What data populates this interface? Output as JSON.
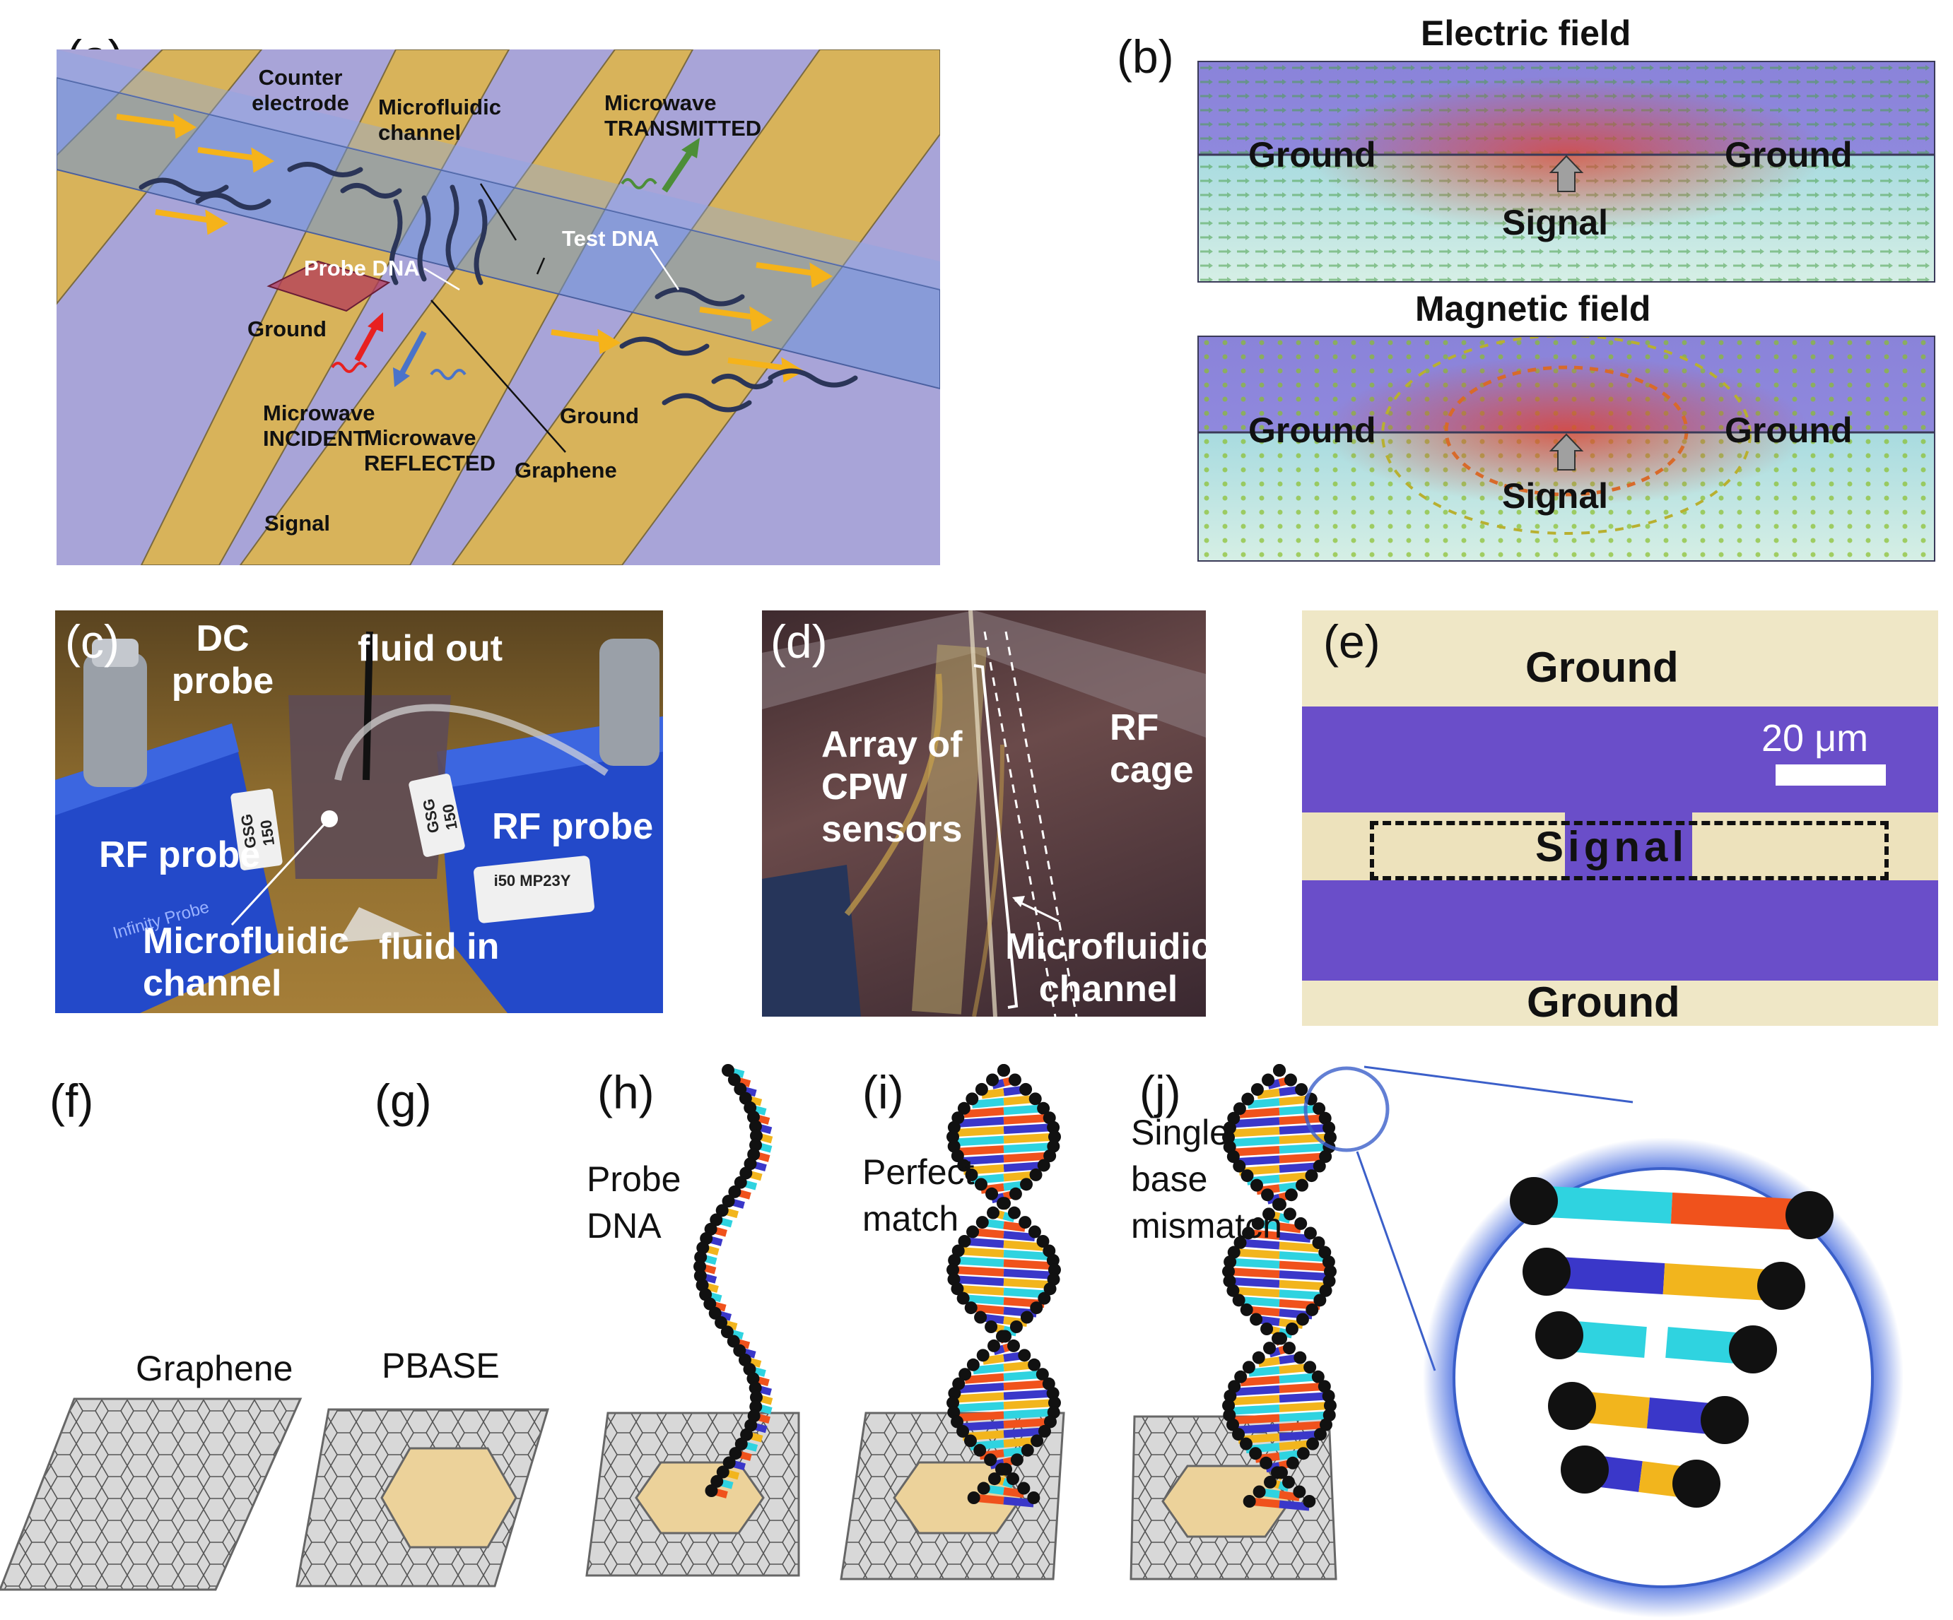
{
  "panels": {
    "a": {
      "label": "(a)",
      "annotations": {
        "counter_electrode": "Counter electrode",
        "microfluidic_channel": "Microfluidic channel",
        "microwave_transmitted": "Microwave TRANSMITTED",
        "test_dna": "Test DNA",
        "probe_dna": "Probe DNA",
        "ground_left": "Ground",
        "ground_right": "Ground",
        "microwave_incident": "Microwave INCIDENT",
        "microwave_reflected": "Microwave REFLECTED",
        "graphene": "Graphene",
        "signal": "Signal"
      }
    },
    "b": {
      "label": "(b)",
      "electric": {
        "title": "Electric field",
        "ground_left": "Ground",
        "ground_right": "Ground",
        "signal": "Signal"
      },
      "magnetic": {
        "title": "Magnetic field",
        "ground_left": "Ground",
        "ground_right": "Ground",
        "signal": "Signal"
      }
    },
    "c": {
      "label": "(c)",
      "dc_probe": "DC probe",
      "fluid_out": "fluid out",
      "rf_probe_left": "RF probe",
      "rf_probe_right": "RF probe",
      "microfluidic_channel": "Microfluidic channel",
      "fluid_in": "fluid in",
      "tag_left": "GSG 150",
      "tag_right": "GSG 150",
      "tag_model": "i50 MP23Y",
      "brand": "Infinity Probe"
    },
    "d": {
      "label": "(d)",
      "array": "Array of CPW sensors",
      "rf_cage": "RF cage",
      "microfluidic_channel": "Microfluidic channel"
    },
    "e": {
      "label": "(e)",
      "ground_top": "Ground",
      "signal": "Signal",
      "ground_bottom": "Ground",
      "scale": "20 μm"
    },
    "f": {
      "label": "(f)",
      "text": "Graphene"
    },
    "g": {
      "label": "(g)",
      "text": "PBASE"
    },
    "h": {
      "label": "(h)",
      "text_line1": "Probe",
      "text_line2": "DNA"
    },
    "i": {
      "label": "(i)",
      "text_line1": "Perfect",
      "text_line2": "match"
    },
    "j": {
      "label": "(j)",
      "text_line1": "Single",
      "text_line2": "base",
      "text_line3": "mismatch"
    }
  },
  "colors": {
    "electrode_gold": "#d9b154",
    "substrate_lavender": "#a7a3d6",
    "channel_blue": "#6f8fd6",
    "e_purple": "#6b4fc9",
    "e_cream": "#ede3bd",
    "dna_black": "#111111",
    "base_cyan": "#2fd3e0",
    "base_orange": "#f0521c",
    "base_blue": "#3a37c9",
    "base_yellow": "#f2b51d",
    "pbase_fill": "#ecd29a",
    "graphene_gray": "#d6d6d6"
  }
}
